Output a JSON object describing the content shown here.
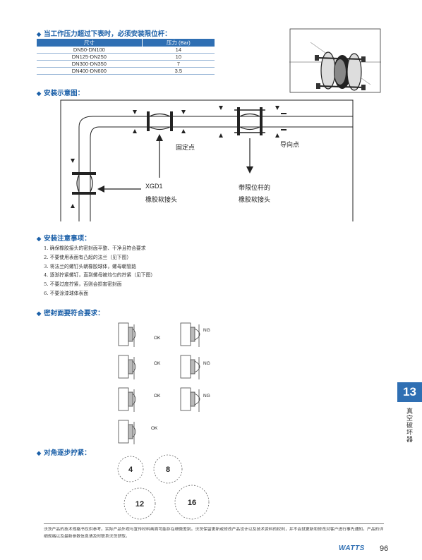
{
  "pressure_section": {
    "title": "当工作压力超过下表时，必须安装限位杆：",
    "table": {
      "headers": [
        "尺寸",
        "压力 (Bar)"
      ],
      "rows": [
        [
          "DN50-DN100",
          "14"
        ],
        [
          "DN125-DN250",
          "10"
        ],
        [
          "DN300-DN350",
          "7"
        ],
        [
          "DN400-DN600",
          "3.5"
        ]
      ]
    }
  },
  "install_diagram": {
    "title": "安装示意图：",
    "labels": {
      "fixed_point": "固定点",
      "guide_point": "导向点",
      "model": "XGD1",
      "rubber_joint": "橡胶软接头",
      "with_rod": "带限位杆的",
      "rubber_joint_2": "橡胶软接头"
    }
  },
  "notes_section": {
    "title": "安装注意事项：",
    "items": [
      "1.  确保橡胶接头的密封面平整、干净且符合要求",
      "2.  不要使用表面有凸起的法兰（见下图）",
      "3.  将法兰的螺钉头朝橡胶球体，螺母朝管路",
      "4.  逐渐拧紧螺钉，直到螺母被均匀的拧紧（见下图）",
      "5.  不要过度拧紧，否则会损害密封面",
      "6.  不要涂漆球体表面"
    ]
  },
  "sealing_section": {
    "title": "密封面要符合要求：",
    "marks": {
      "ok": "OK",
      "ng": "NG"
    }
  },
  "tighten_section": {
    "title": "对角逐步拧紧：",
    "bolt_counts": [
      "4",
      "8",
      "12",
      "16"
    ]
  },
  "side_tab": {
    "number": "13",
    "label": "真空破坏器"
  },
  "footer": {
    "text": "沃茨产品的技术规格书仅供参考。实际产品外观与宣传材料画面可能存在细微差别。沃茨保留更新或修改产品设计以及技术资料的权利，并不会就更新和修改对客户进行事先通知。产品的详细规格以及最新参数信息请及时联系沃茨获取。",
    "brand": "WATTS",
    "page_number": "96"
  },
  "colors": {
    "accent": "#2f6fb3",
    "title_blue": "#1a5fa8"
  }
}
